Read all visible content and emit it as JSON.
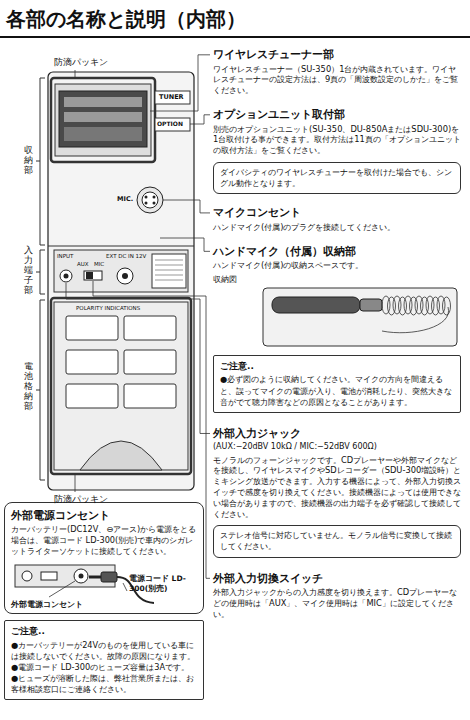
{
  "diagram": {
    "title": "各部の名称と説明（内部）",
    "nodes": [
      {
        "text": [
          "ダイバシティのワイヤレスチューナーを取付けた場合でも、シングル動作となります。"
        ]
      },
      {
        "text": [
          "ご注意..",
          "●必ず図のように収納してください。マイクの方向を間違えると、誤ってマイクの電源が入り、電池が消耗したり、突然大きな音がでて聴力障害などの原因となることがあります。"
        ]
      },
      {
        "text": [
          "ステレオ信号に対応していません。モノラル信号に変換して接続してください。"
        ]
      },
      {
        "text": [
          "外部電源コンセント",
          "カーバッテリー(DC12V、⊖アース)から電源をとる場合は、電源コード LD-300(別売)で車内のシガレットライターソケットに接続してください。"
        ]
      },
      {
        "text": [
          "ご注意..",
          "●カーバッテリーが24Vのものを使用している車には接続しないでください。故障の原因になります。",
          "●電源コード LD-300のヒューズ容量は3Aです。",
          "●ヒューズが溶断した際は、弊社営業所または、お客様相談窓口にご連絡ください。"
        ]
      }
    ],
    "labels": [
      "防滴パッキン",
      "収納部",
      "入力端子部",
      "電池格納部",
      "防滴パッキン",
      "TUNER",
      "OPTION",
      "MIC.",
      "INPUT",
      "AUX",
      "MIC",
      "EXT DC IN 12V",
      "POLARITY INDICATIONS",
      "ワイヤレスチューナー部",
      "ワイヤレスチューナー（SU-350）1台が内蔵されています。ワイヤレスチューナーの設定方法は、9頁の「周波数設定のしかた」をご覧ください。",
      "オプションユニット取付部",
      "別売のオプションユニット(SU-350、DU-850AまたはSDU-300)を1台取付ける事ができます。取付方法は11頁の「オプションユニットの取付方法」をご覧ください。",
      "マイクコンセント",
      "ハンドマイク(付属)のプラグを接続してください。",
      "ハンドマイク（付属）収納部",
      "ハンドマイク(付属)の収納スペースです。",
      "収納図",
      "外部入力ジャック",
      "(AUX:−20dBV 10kΩ / MIC:−52dBV 600Ω)",
      "モノラルのフォーンジャックです。CDプレーヤーや外部マイクなどを接続し、ワイヤレスマイクやSDレコーダー（SDU-300増設時）とミキシング放送ができます。入力する機器によって、外部入力切換スイッチで感度を切り換えてください。接続機器によっては使用できない場合がありますので、接続機器の出力端子を必ず確認して接続してください。",
      "外部入力切換スイッチ",
      "外部入力ジャックからの入力感度を切り換えます。CDプレーヤーなどの使用時は「AUX」、マイク使用時は「MIC」に設定してください。",
      "外部電源コンセント",
      "電源コード LD-300(別売)"
    ]
  }
}
